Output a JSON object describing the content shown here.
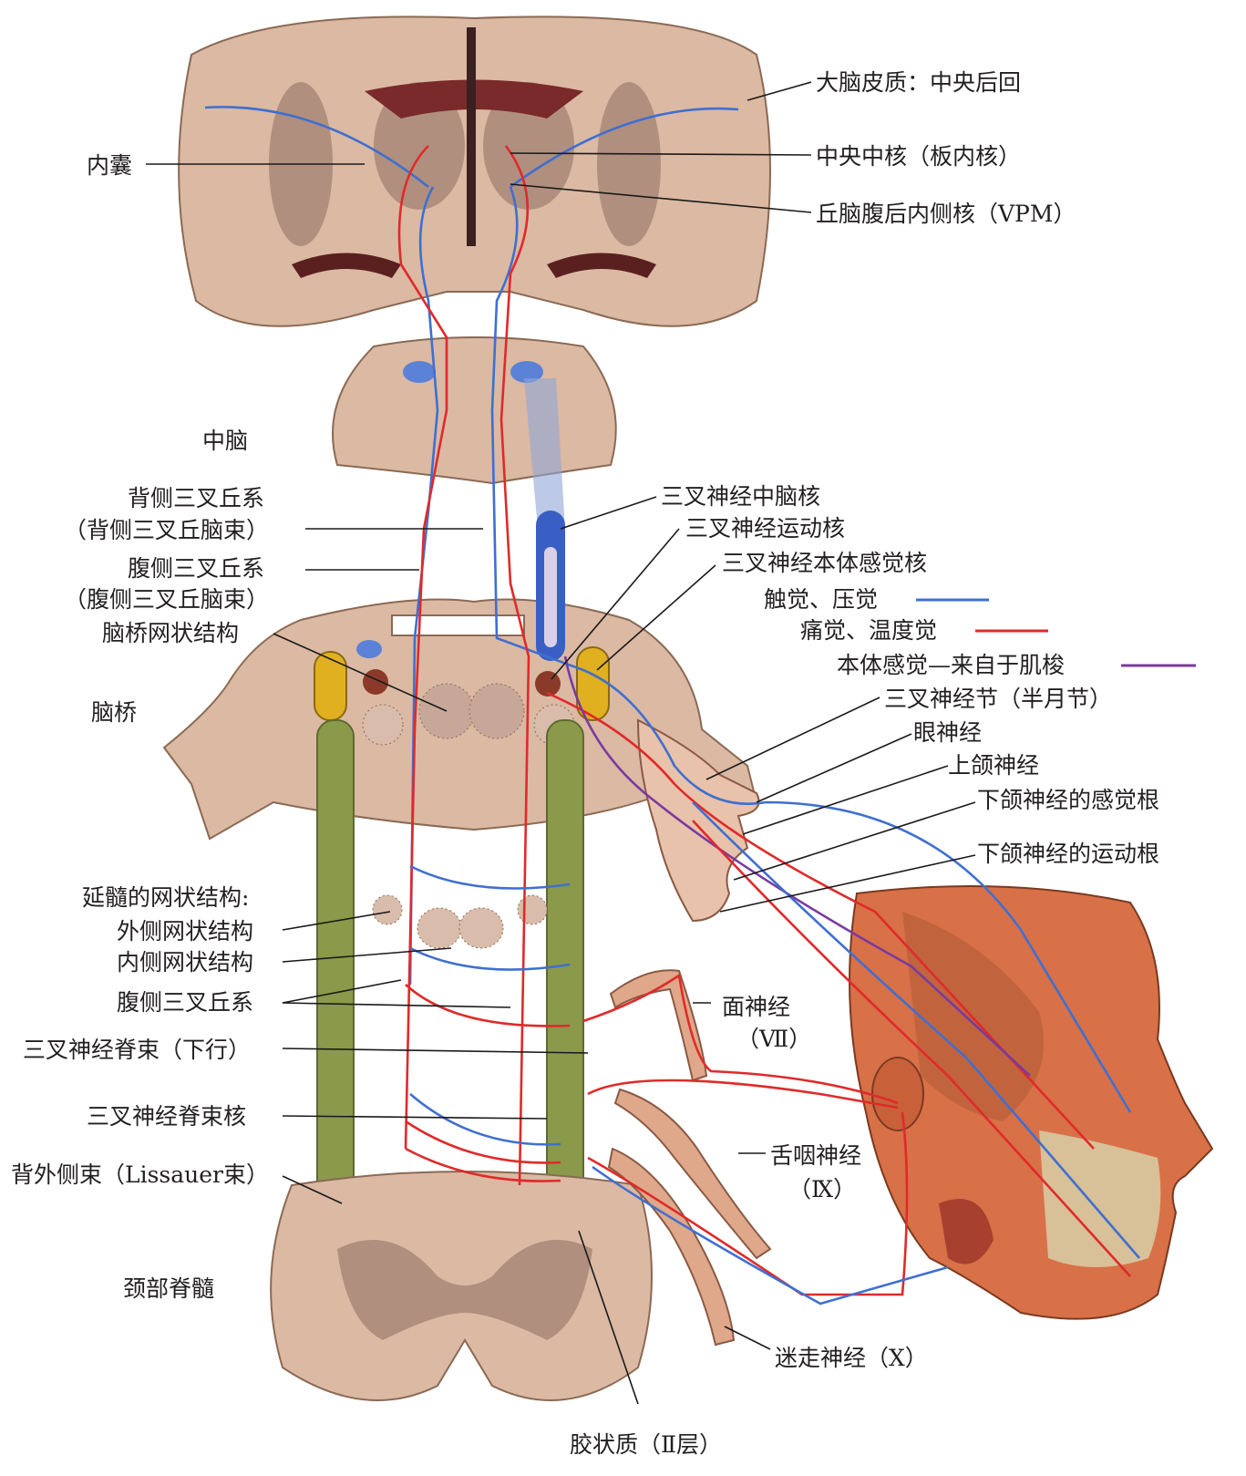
{
  "labels": {
    "cortex": "大脑皮质：中央后回",
    "centromedian": "中央中核（板内核）",
    "vpm": "丘脑腹后内侧核（VPM）",
    "internal_capsule": "内囊",
    "midbrain": "中脑",
    "dorsal_trigeminal_1": "背侧三叉丘系",
    "dorsal_trigeminal_2": "（背侧三叉丘脑束）",
    "ventral_trigeminal_1": "腹侧三叉丘系",
    "ventral_trigeminal_2": "（腹侧三叉丘脑束）",
    "pontine_reticular": "脑桥网状结构",
    "pons": "脑桥",
    "mesencephalic_nucleus": "三叉神经中脑核",
    "motor_nucleus": "三叉神经运动核",
    "principal_sensory_nucleus": "三叉神经本体感觉核",
    "touch_pressure": "触觉、压觉",
    "pain_temperature": "痛觉、温度觉",
    "proprioception": "本体感觉—来自于肌梭",
    "trigeminal_ganglion": "三叉神经节（半月节）",
    "ophthalmic_nerve": "眼神经",
    "maxillary_nerve": "上颌神经",
    "mandibular_sensory": "下颌神经的感觉根",
    "mandibular_motor": "下颌神经的运动根",
    "medullary_reticular": "延髓的网状结构:",
    "lateral_reticular": "外侧网状结构",
    "medial_reticular": "内侧网状结构",
    "ventral_trigeminal_lemniscus": "腹侧三叉丘系",
    "spinal_tract": "三叉神经脊束（下行）",
    "spinal_nucleus": "三叉神经脊束核",
    "lissauer": "背外侧束（Lissauer束）",
    "cervical_cord": "颈部脊髓",
    "substantia_gelatinosa": "胶状质（Ⅱ层）",
    "facial_nerve": "面神经",
    "facial_nerve_num": "（Ⅶ）",
    "glossopharyngeal": "舌咽神经",
    "glossopharyngeal_num": "（Ⅸ）",
    "vagus": "迷走神经（Ⅹ）"
  },
  "colors": {
    "touch_pressure": "#3f6fd0",
    "pain_temperature": "#e02a2a",
    "proprioception": "#7a3aa0",
    "tract": "#8a9a4a",
    "tissue": "#dbb9a3"
  }
}
